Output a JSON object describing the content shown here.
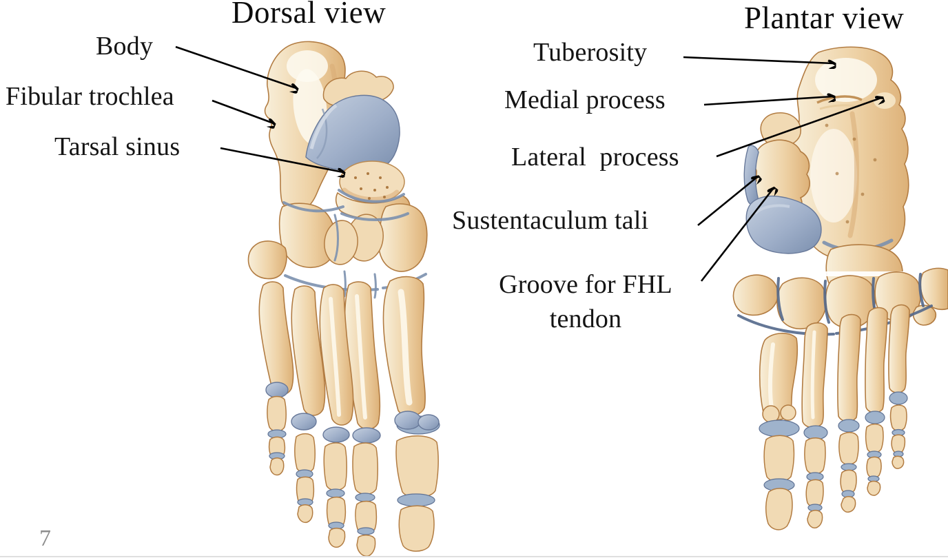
{
  "slide": {
    "page_number": "7"
  },
  "dorsal_view": {
    "title": "Dorsal view",
    "labels": {
      "body": "Body",
      "fibular_trochlea": "Fibular trochlea",
      "tarsal_sinus": "Tarsal sinus"
    }
  },
  "plantar_view": {
    "title": "Plantar view",
    "labels": {
      "tuberosity": "Tuberosity",
      "medial_process": "Medial process",
      "lateral_process": "Lateral  process",
      "sustentaculum_tali": "Sustentaculum tali",
      "groove_fhl": "Groove for FHL\ntendon"
    }
  },
  "palette": {
    "bone_light": "#f7ecd4",
    "bone_mid": "#ecd0a4",
    "bone_shade": "#d3a168",
    "bone_outline": "#b27c42",
    "cartilage_light": "#bcc8da",
    "cartilage_mid": "#9aa9c4",
    "cartilage_dark": "#6f81a1",
    "label_text": "#141414",
    "page_number": "#8c8c8c",
    "background": "#ffffff"
  }
}
